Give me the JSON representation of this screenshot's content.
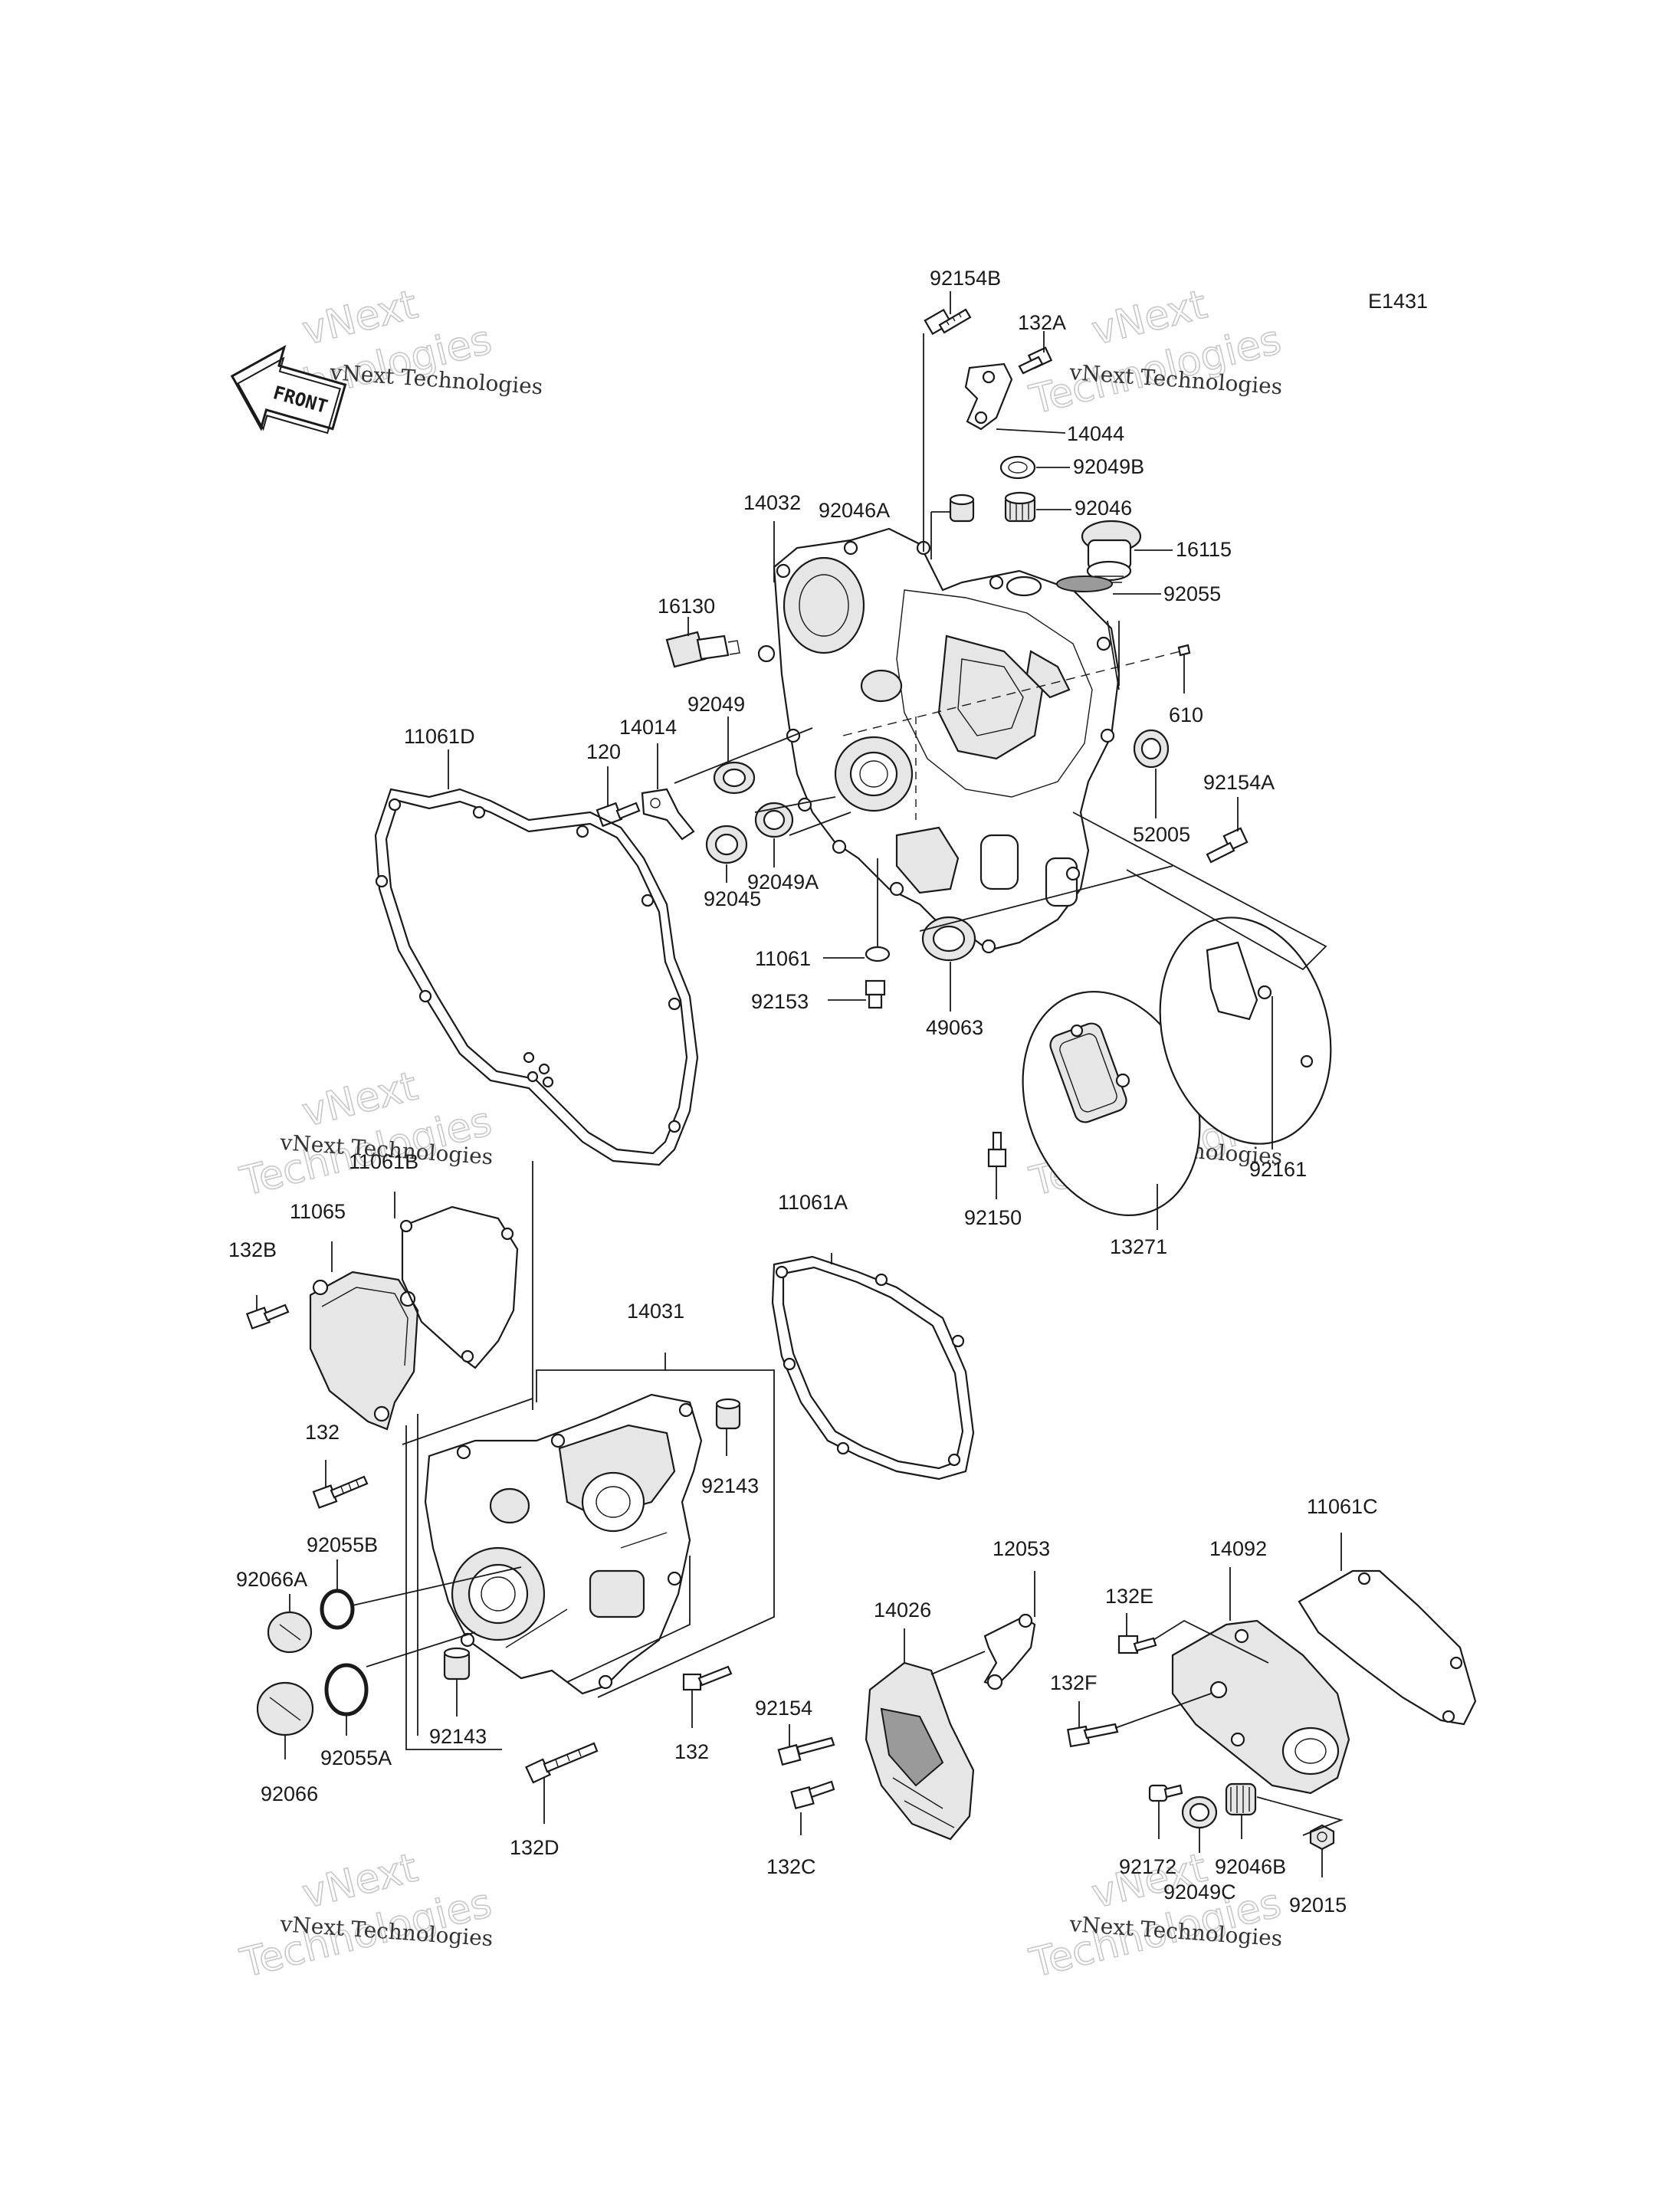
{
  "diagram_code": "E1431",
  "front_badge": "FRONT",
  "watermark": {
    "line1": "vNext",
    "line2": "Technologies",
    "caption": "vNext Technologies"
  },
  "labels": {
    "p92154B": "92154B",
    "p132A": "132A",
    "p14044": "14044",
    "p92049B": "92049B",
    "p14032": "14032",
    "p92046A": "92046A",
    "p92046": "92046",
    "p16115": "16115",
    "p92055": "92055",
    "p16130": "16130",
    "p610": "610",
    "p92049": "92049",
    "p14014": "14014",
    "p120": "120",
    "p11061D": "11061D",
    "p52005": "52005",
    "p92154A": "92154A",
    "p92045": "92045",
    "p92049A": "92049A",
    "p11061": "11061",
    "p92153": "92153",
    "p49063": "49063",
    "p92150": "92150",
    "p13271": "13271",
    "p92161": "92161",
    "p11061B": "11061B",
    "p11065": "11065",
    "p132B": "132B",
    "p11061A": "11061A",
    "p14031": "14031",
    "p132": "132",
    "p92143": "92143",
    "p92055B": "92055B",
    "p92066A": "92066A",
    "p92055A": "92055A",
    "p92143b": "92143",
    "p92066": "92066",
    "p132b": "132",
    "p132D": "132D",
    "p12053": "12053",
    "p14026": "14026",
    "p92154": "92154",
    "p132C": "132C",
    "p132E": "132E",
    "p14092": "14092",
    "p11061C": "11061C",
    "p132F": "132F",
    "p92172": "92172",
    "p92049C": "92049C",
    "p92046B": "92046B",
    "p92015": "92015"
  }
}
